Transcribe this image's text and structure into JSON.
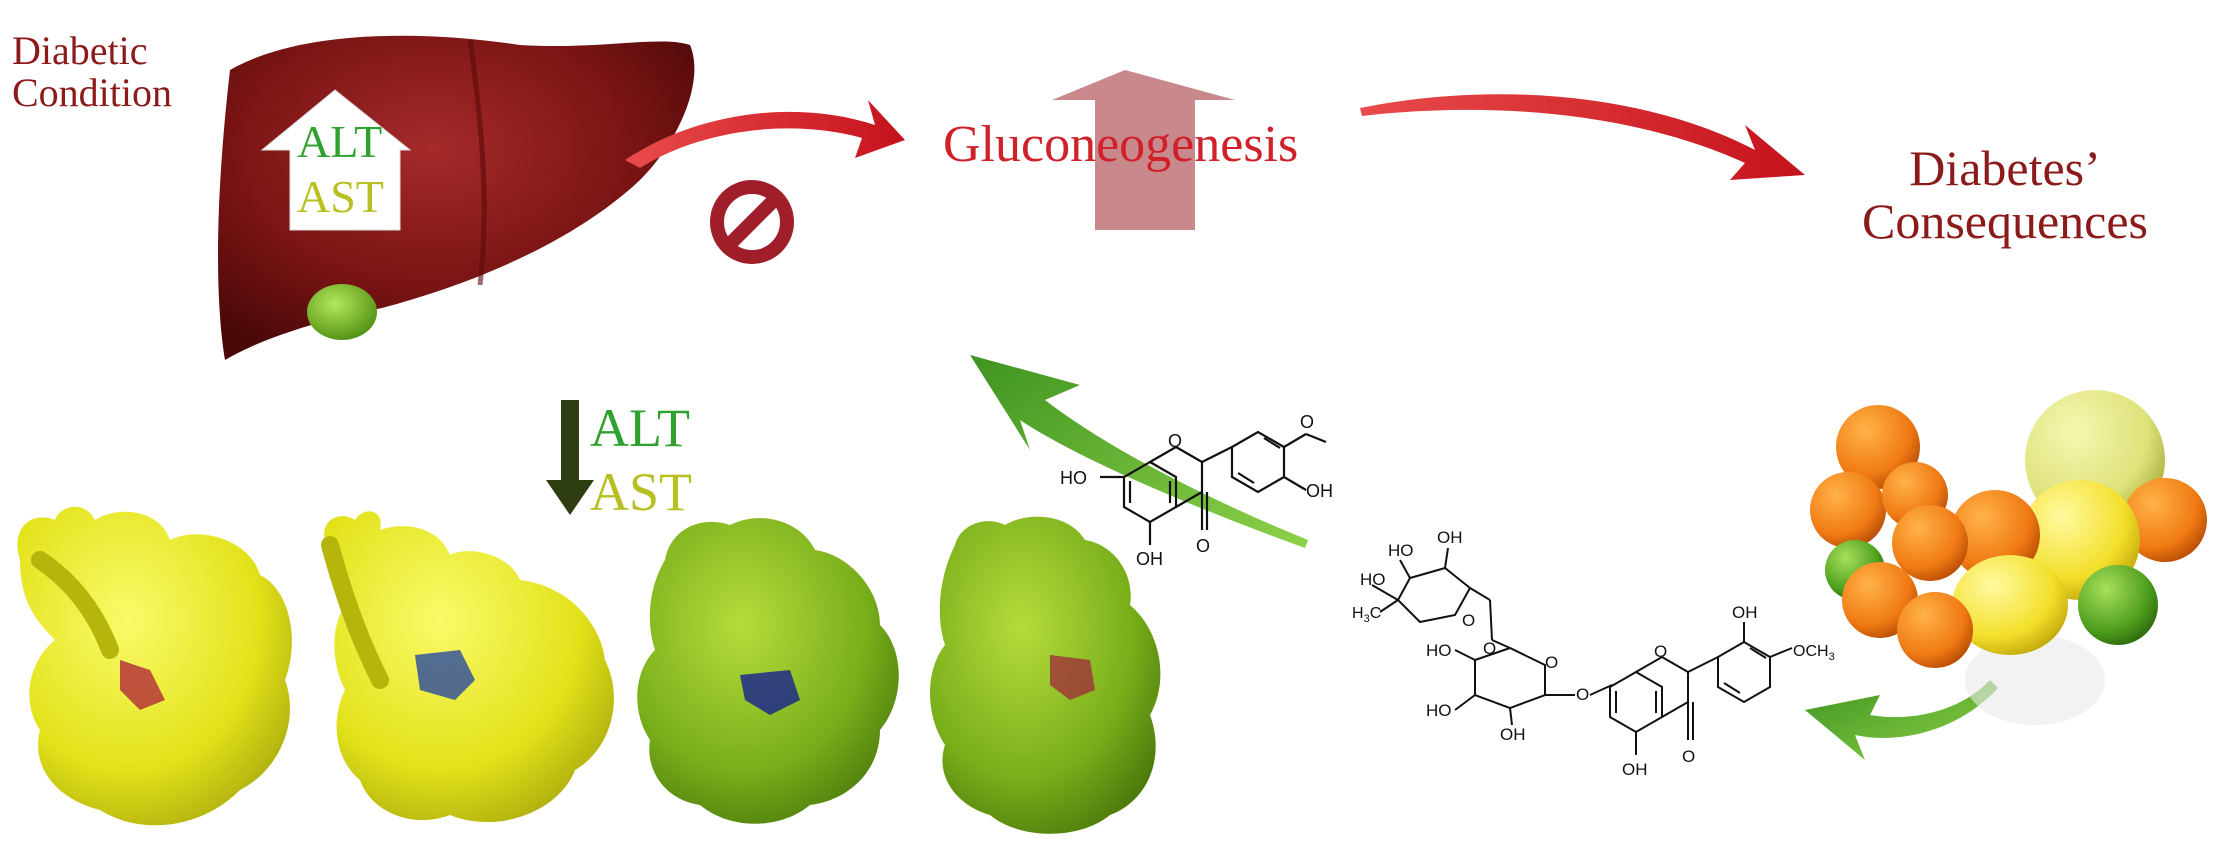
{
  "labels": {
    "diabetic_line1": "Diabetic",
    "diabetic_line2": "Condition",
    "liver_alt": "ALT",
    "liver_ast": "AST",
    "gluconeogenesis": "Gluconeogenesis",
    "consequences_line1": "Diabetes’",
    "consequences_line2": "Consequences",
    "protein_alt": "ALT",
    "protein_ast": "AST"
  },
  "chem_labels": {
    "oh": "OH",
    "ho": "HO",
    "o": "O",
    "och3": "OCH",
    "och3_sub": "3",
    "h3c": "H",
    "h3c_sub": "3",
    "h3c_c": "C"
  },
  "colors": {
    "dark_red": "#8b1a1a",
    "bright_red": "#d0202a",
    "alt_green": "#2fa12f",
    "ast_olive": "#b8c021",
    "arrow_green": "#5fae2e",
    "liver": "#7a1414",
    "protein_yellow": "#e8e817",
    "protein_green": "#7fb21c",
    "down_arrow": "#2e3d12",
    "up_arrow_pink": "#c07478"
  }
}
